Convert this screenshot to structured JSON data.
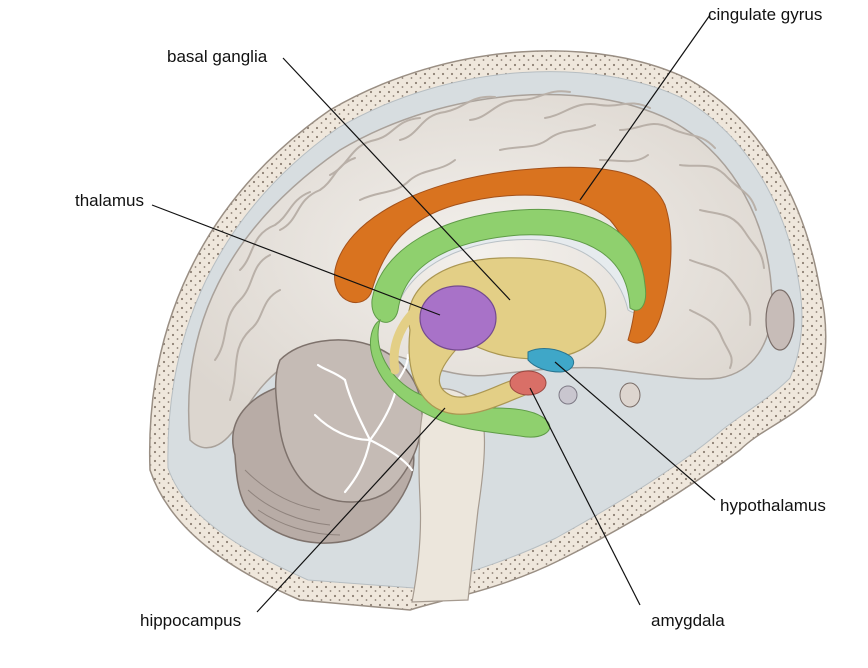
{
  "labels": {
    "cingulate_gyrus": "cingulate gyrus",
    "basal_ganglia": "basal ganglia",
    "thalamus": "thalamus",
    "hypothalamus": "hypothalamus",
    "hippocampus": "hippocampus",
    "amygdala": "amygdala"
  },
  "colors": {
    "cingulate_gyrus": "#d9731f",
    "basal_ganglia": "#e3cf86",
    "thalamus": "#a872c8",
    "hypothalamus": "#3fa7c8",
    "hippocampus": "#8fd06e",
    "amygdala": "#d96f67",
    "cortex": "#ece8e3",
    "skull": "#efe9df",
    "cerebellum": "#b8aca6"
  }
}
